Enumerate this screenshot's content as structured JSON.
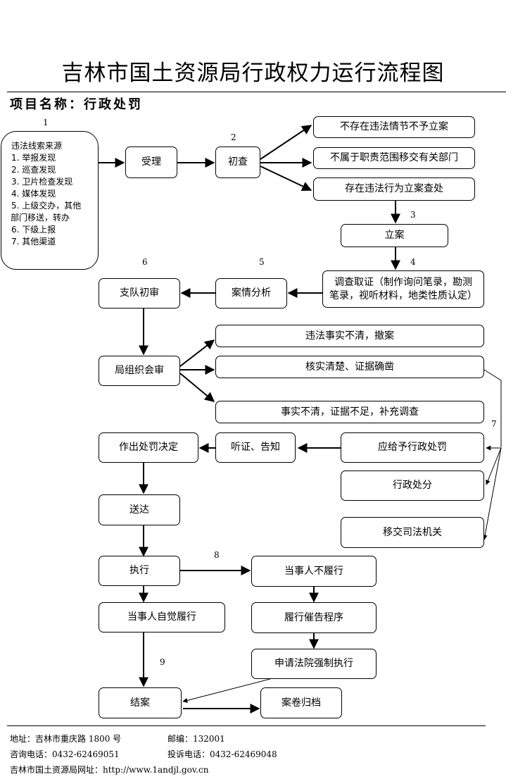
{
  "title": "吉林市国土资源局行政权力运行流程图",
  "project": {
    "label": "项目名称：",
    "value": "行政处罚"
  },
  "step_numbers": [
    "1",
    "2",
    "3",
    "4",
    "5",
    "6",
    "7",
    "8",
    "9"
  ],
  "source": {
    "heading": "违法线索来源",
    "items": [
      "1.  举报发现",
      "2.  巡查发现",
      "3.  卫片检查发现",
      "4.  媒体发现",
      "5.  上级交办，其他",
      "部门移送，转办",
      "6.  下级上报",
      "7.  其他渠道"
    ]
  },
  "nodes": {
    "accept": "受理",
    "preliminary": "初查",
    "no_violation": "不存在违法情节不予立案",
    "transfer_dept": "不属于职责范围移交有关部门",
    "violation_exists": "存在违法行为立案查处",
    "register": "立案",
    "investigate_l1": "调查取证（制作询问笔录，勘测",
    "investigate_l2": "笔录，视听材料，地类性质认定）",
    "case_analysis": "案情分析",
    "team_review": "支队初审",
    "bureau_review": "局组织会审",
    "withdraw": "违法事实不清，撤案",
    "verified": "核实清楚、证据确凿",
    "supplement": "事实不清，证据不足，补充调查",
    "should_punish": "应给予行政处罚",
    "hearing": "听证、告知",
    "decision": "作出处罚决定",
    "admin_sanction": "行政处分",
    "judicial": "移交司法机关",
    "deliver": "送达",
    "execute": "执行",
    "not_perform": "当事人不履行",
    "self_perform": "当事人自觉履行",
    "urge": "履行催告程序",
    "court": "申请法院强制执行",
    "close": "结案",
    "archive": "案卷归档"
  },
  "footer": {
    "address": "地址：吉林市重庆路 1800 号",
    "postcode": "邮编：132001",
    "consult_phone": "咨询电话：0432-62469051",
    "complaint_phone": "投诉电话：0432-62469048",
    "website": "吉林市国土资源局网址：http://www.1andjl.gov.cn"
  }
}
